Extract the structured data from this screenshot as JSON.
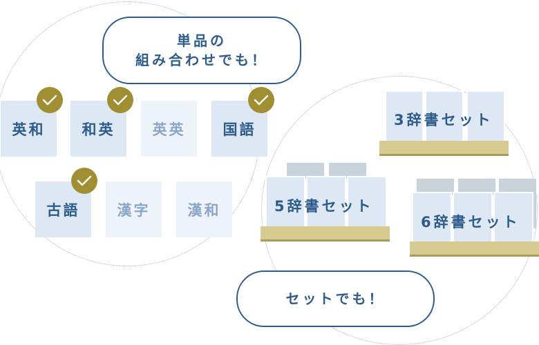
{
  "singles": {
    "bubble_line1": "単品の",
    "bubble_line2": "組み合わせでも！",
    "cards": [
      {
        "label": "英和",
        "selected": true
      },
      {
        "label": "和英",
        "selected": true
      },
      {
        "label": "英英",
        "selected": false
      },
      {
        "label": "国語",
        "selected": true
      },
      {
        "label": "古語",
        "selected": true
      },
      {
        "label": "漢字",
        "selected": false
      },
      {
        "label": "漢和",
        "selected": false
      }
    ]
  },
  "sets": {
    "bubble": "セットでも！",
    "items": [
      {
        "label": "3辞書セット"
      },
      {
        "label": "5辞書セット"
      },
      {
        "label": "6辞書セット"
      }
    ]
  },
  "colors": {
    "accent_blue": "#2d5b8c",
    "check_gold": "#a08e32",
    "card_selected": "#dde8f4",
    "card_unselected": "#eef3f9",
    "shelf": "#d8cb92"
  }
}
